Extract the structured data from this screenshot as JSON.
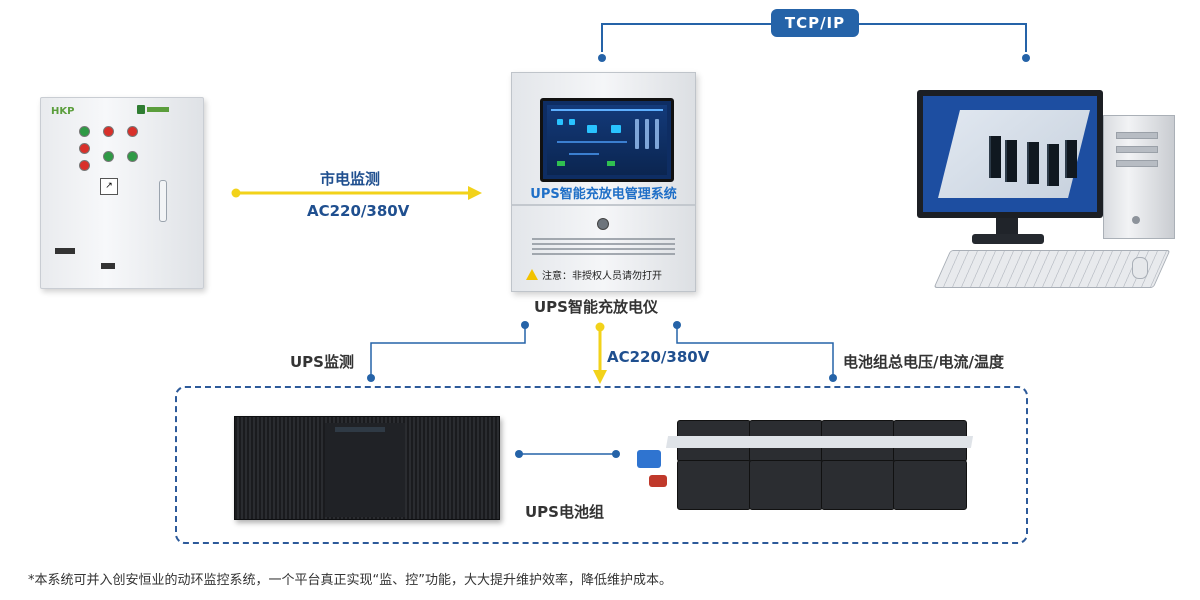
{
  "network": {
    "tcp_ip_label": "TCP/IP"
  },
  "cabinet": {
    "brand_text": "HKP"
  },
  "device": {
    "panel_title": "UPS智能充放电管理系统",
    "warning_text": "注意：非授权人员请勿打开",
    "caption": "UPS智能充放电仪"
  },
  "links": {
    "mains_title": "市电监测",
    "mains_voltage": "AC220/380V",
    "ups_monitor": "UPS监测",
    "output_voltage": "AC220/380V",
    "battery_monitor": "电池组总电压/电流/温度"
  },
  "bottom": {
    "ups_battery_label": "UPS电池组"
  },
  "footnote": "*本系统可并入创安恒业的动环监控系统，一个平台真正实现“监、控”功能，大大提升维护效率，降低维护成本。",
  "colors": {
    "accent_blue": "#2563a8",
    "connector_yellow": "#f2d21a",
    "dashed_border": "#2d5a9a",
    "label_blue": "#1f4f8f"
  },
  "icons": [
    "warning-icon"
  ]
}
